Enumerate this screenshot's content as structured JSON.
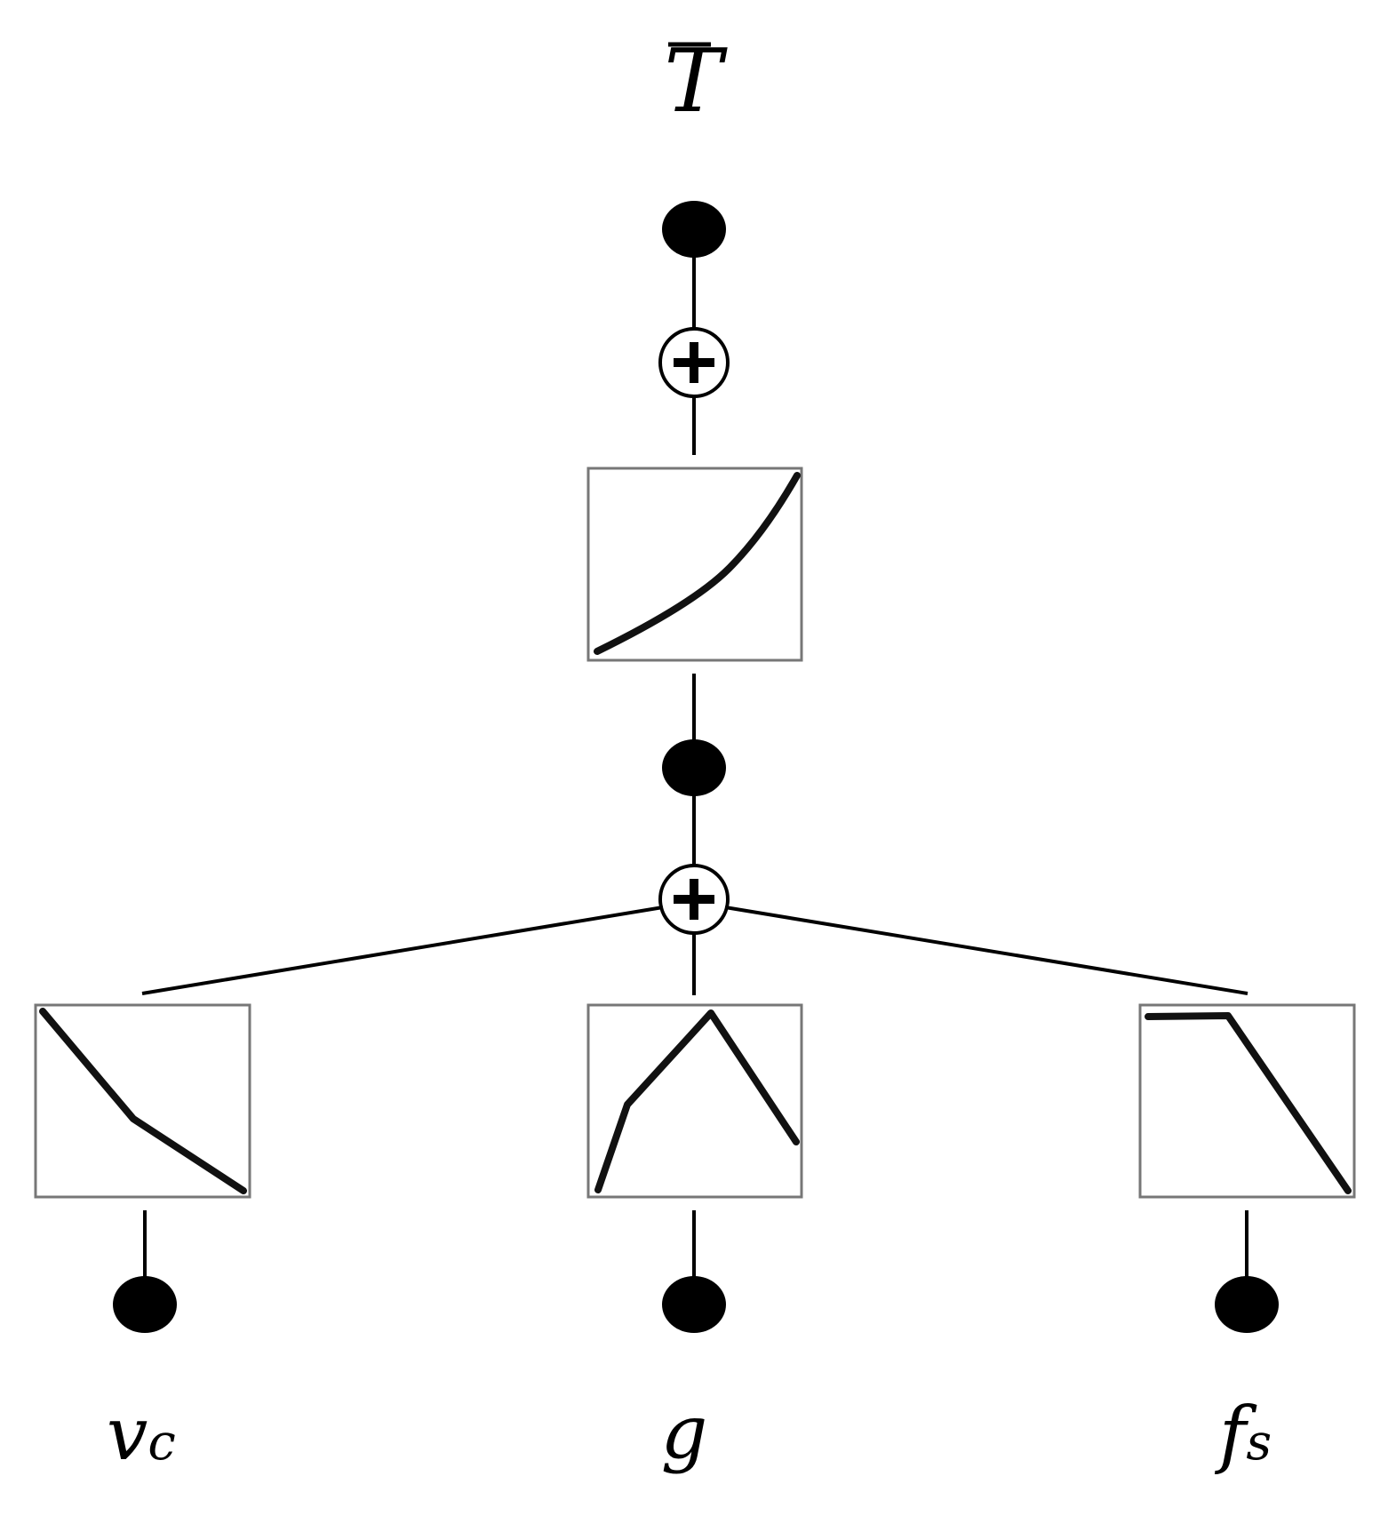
{
  "output": {
    "label": "T",
    "overbar": true
  },
  "inputs": [
    {
      "id": "vc",
      "base": "v",
      "subscript": "c"
    },
    {
      "id": "g",
      "base": "g",
      "subscript": ""
    },
    {
      "id": "fs",
      "base": "f",
      "subscript": "s"
    }
  ],
  "operators": {
    "sum_symbol": "+"
  },
  "transfer_functions": [
    {
      "id": "output",
      "shape": "increasing-convex"
    },
    {
      "id": "vc",
      "shape": "piecewise-decreasing"
    },
    {
      "id": "g",
      "shape": "rise-then-fall"
    },
    {
      "id": "fs",
      "shape": "flat-then-decreasing"
    }
  ]
}
